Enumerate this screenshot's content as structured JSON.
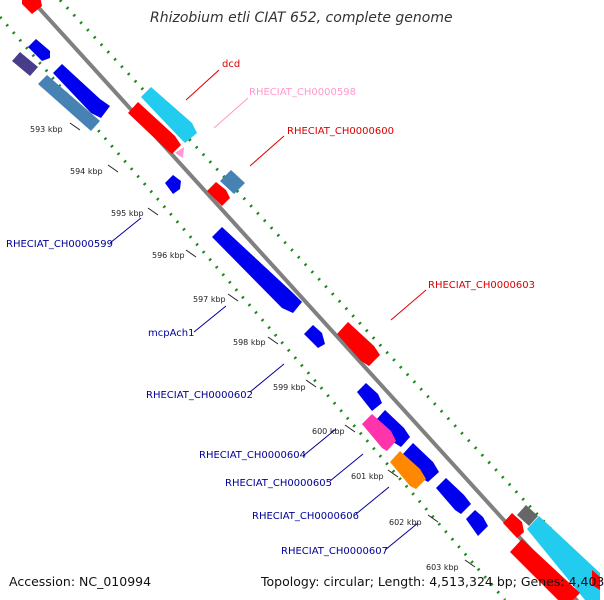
{
  "title": "Rhizobium etli CIAT 652, complete genome",
  "footer": {
    "accession": "Accession: NC_010994",
    "topology": "Topology: circular; Length: 4,513,324 bp; Genes: 4,403"
  },
  "scale_labels": [
    "593 kbp",
    "594 kbp",
    "595 kbp",
    "596 kbp",
    "597 kbp",
    "598 kbp",
    "599 kbp",
    "600 kbp",
    "601 kbp",
    "602 kbp",
    "603 kbp"
  ],
  "gene_labels": [
    {
      "text": "dcd",
      "color": "#dd0000"
    },
    {
      "text": "RHECIAT_CH0000598",
      "color": "#ff99cc"
    },
    {
      "text": "RHECIAT_CH0000600",
      "color": "#dd0000"
    },
    {
      "text": "RHECIAT_CH0000599",
      "color": "#000099"
    },
    {
      "text": "RHECIAT_CH0000603",
      "color": "#dd0000"
    },
    {
      "text": "mcpAch1",
      "color": "#000099"
    },
    {
      "text": "RHECIAT_CH0000602",
      "color": "#000099"
    },
    {
      "text": "RHECIAT_CH0000604",
      "color": "#000099"
    },
    {
      "text": "RHECIAT_CH0000605",
      "color": "#000099"
    },
    {
      "text": "RHECIAT_CH0000606",
      "color": "#000099"
    },
    {
      "text": "RHECIAT_CH0000607",
      "color": "#000099"
    }
  ],
  "colors": {
    "backbone": "#808080",
    "tick": "#1a8a1a",
    "red": "#ff0000",
    "blue": "#0000ee",
    "cyan": "#22ccee",
    "steelblue": "#4682b4",
    "slateblue": "#483d8b",
    "magenta": "#ff33aa",
    "orange": "#ff8800",
    "gray": "#666666"
  }
}
